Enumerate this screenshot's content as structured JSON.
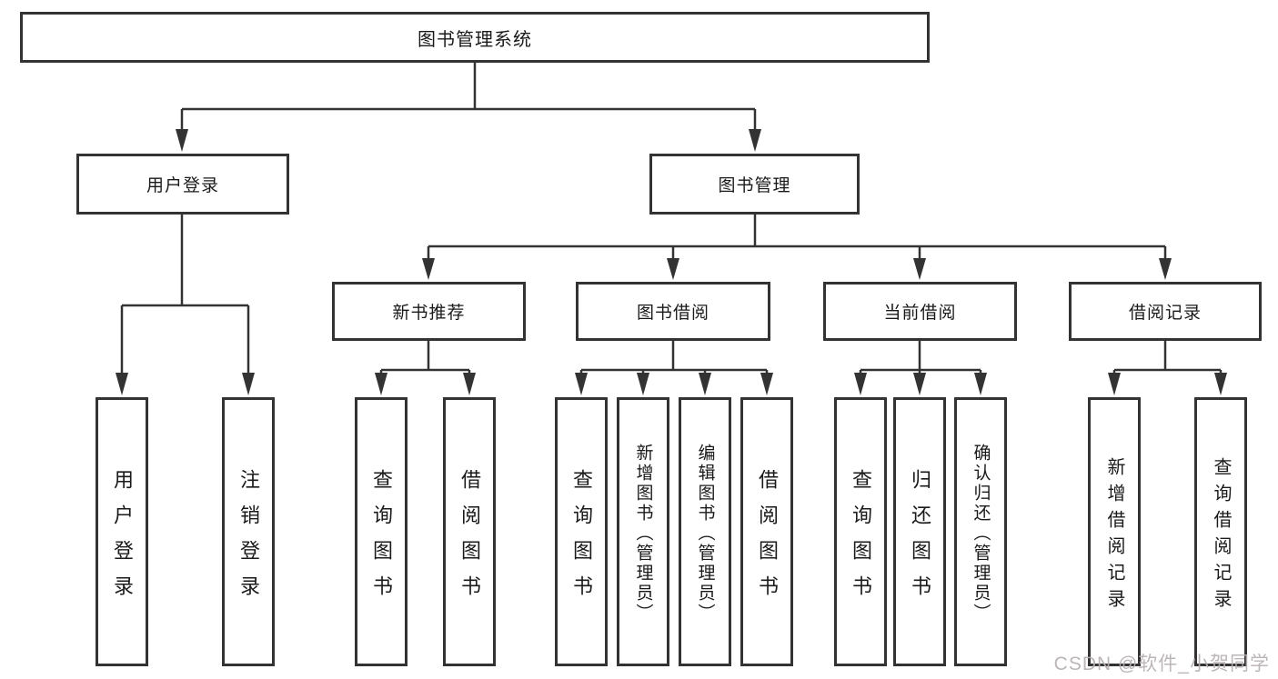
{
  "diagram": {
    "root": {
      "label": "图书管理系统"
    },
    "groups": [
      {
        "label": "用户登录",
        "leaves": [
          {
            "label": "用户登录"
          },
          {
            "label": "注销登录"
          }
        ]
      },
      {
        "label": "图书管理",
        "subgroups": [
          {
            "label": "新书推荐",
            "leaves": [
              {
                "label": "查询图书"
              },
              {
                "label": "借阅图书"
              }
            ]
          },
          {
            "label": "图书借阅",
            "leaves": [
              {
                "label": "查询图书"
              },
              {
                "label": "新增图书（管理员）"
              },
              {
                "label": "编辑图书（管理员）"
              },
              {
                "label": "借阅图书"
              }
            ]
          },
          {
            "label": "当前借阅",
            "leaves": [
              {
                "label": "查询图书"
              },
              {
                "label": "归还图书"
              },
              {
                "label": "确认归还（管理员）"
              }
            ]
          },
          {
            "label": "借阅记录",
            "leaves": [
              {
                "label": "新增借阅记录"
              },
              {
                "label": "查询借阅记录"
              }
            ]
          }
        ]
      }
    ]
  },
  "watermark": {
    "text": "CSDN @软件_小贺同学"
  },
  "colors": {
    "line": "#333333",
    "box_border": "#333333",
    "text": "#1a1a1a",
    "watermark": "#b7b0b3",
    "background": "#ffffff"
  }
}
